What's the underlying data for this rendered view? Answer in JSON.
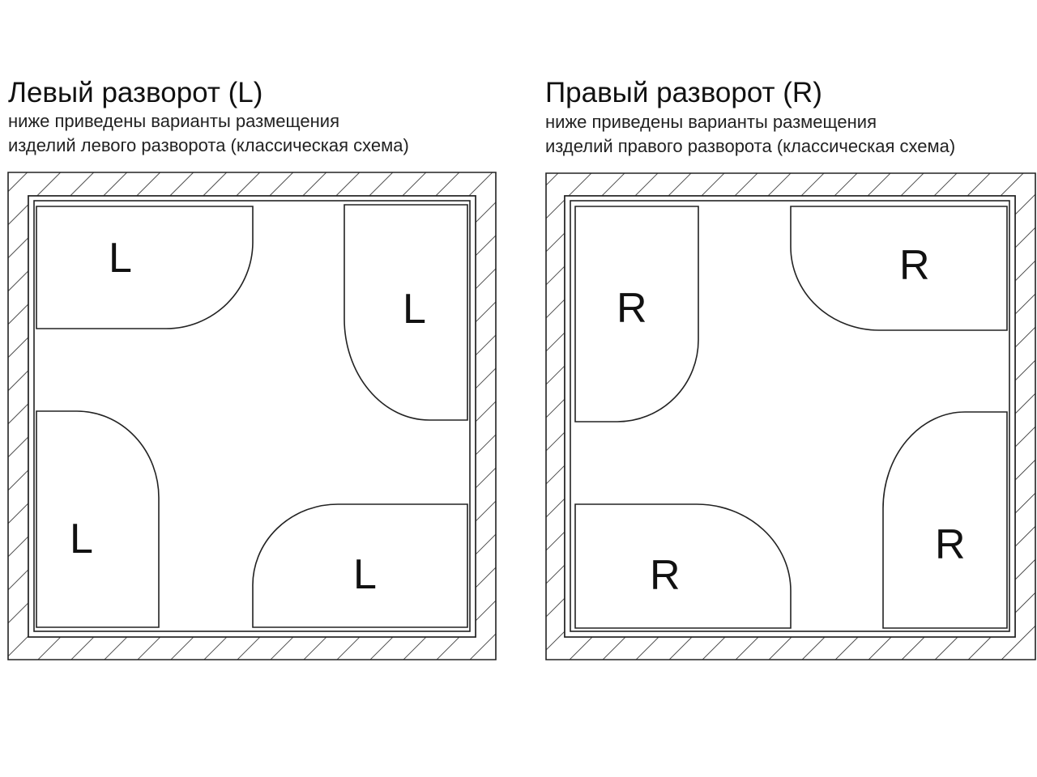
{
  "left": {
    "title": "Левый разворот (L)",
    "subtitle_line1": "ниже приведены варианты размещения",
    "subtitle_line2": "изделий левого разворота (классическая схема)",
    "item_label": "L"
  },
  "right": {
    "title": "Правый разворот (R)",
    "subtitle_line1": "ниже приведены варианты размещения",
    "subtitle_line2": "изделий правого разворота (классическая схема)",
    "item_label": "R"
  }
}
